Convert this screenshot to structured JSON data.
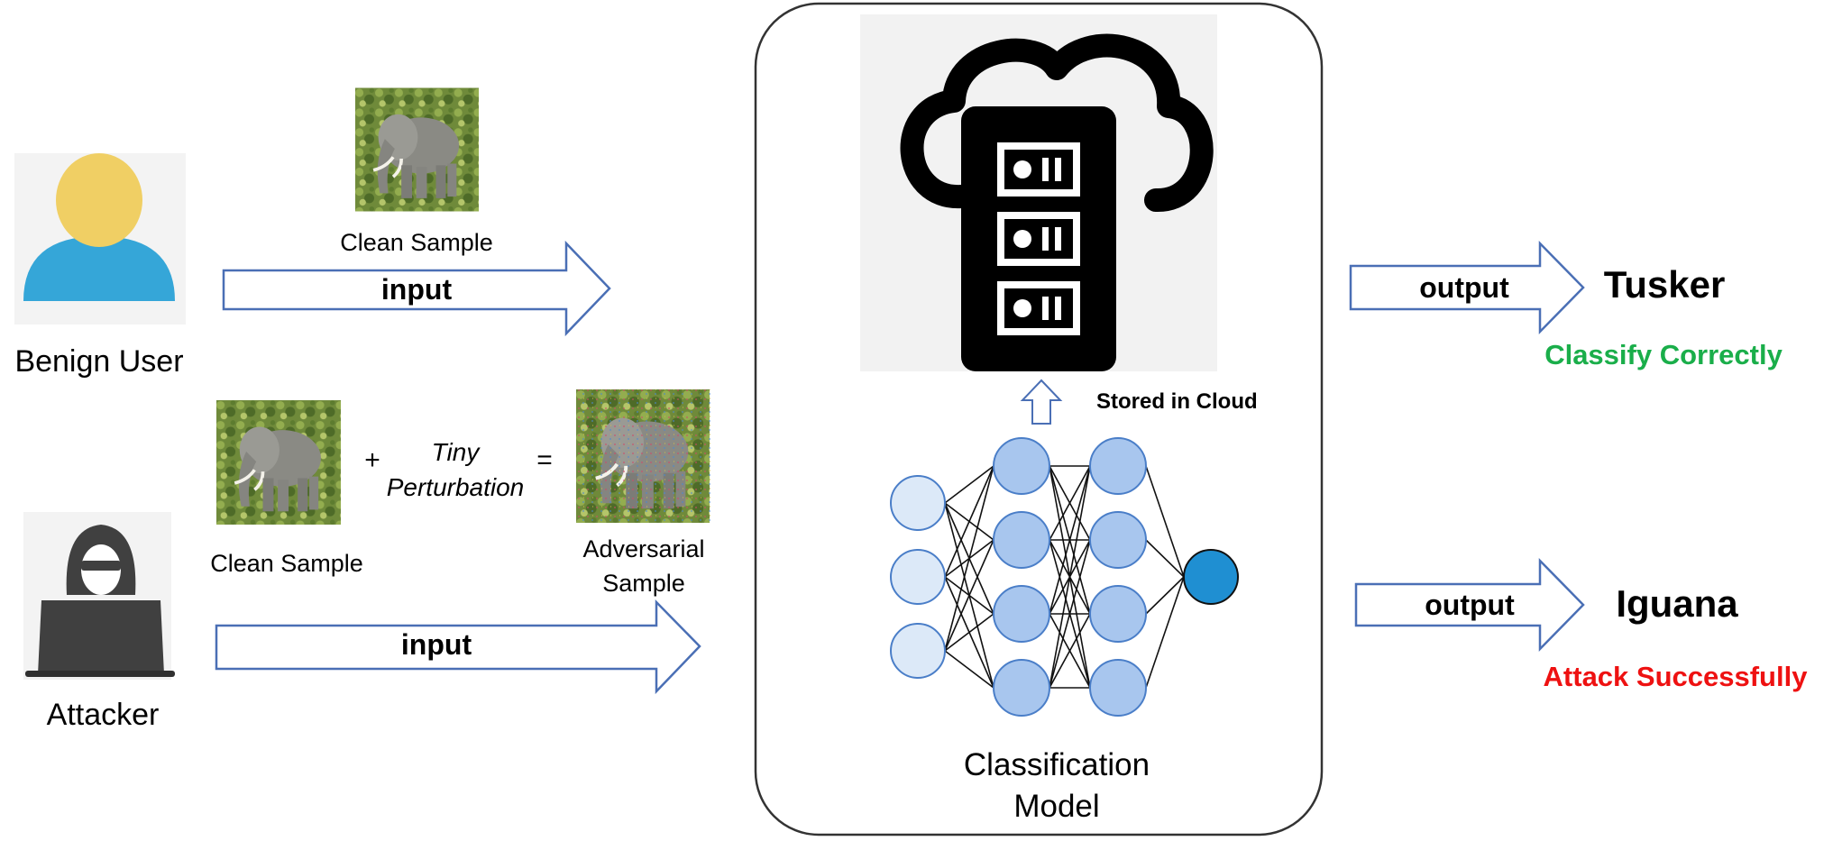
{
  "benign_user": {
    "label": "Benign User",
    "clean_sample_label": "Clean Sample",
    "arrow_label": "input"
  },
  "attacker": {
    "label": "Attacker",
    "clean_sample_label": "Clean Sample",
    "plus": "+",
    "perturbation_line1": "Tiny",
    "perturbation_line2": "Perturbation",
    "equals": "=",
    "adversarial_line1": "Adversarial",
    "adversarial_line2": "Sample",
    "arrow_label": "input"
  },
  "model": {
    "cloud_label": "Stored in Cloud",
    "title_line1": "Classification",
    "title_line2": "Model",
    "layers": [
      3,
      4,
      4,
      1
    ]
  },
  "outputs": [
    {
      "arrow_label": "output",
      "result": "Tusker",
      "status": "Classify Correctly",
      "status_color": "#1aae4a"
    },
    {
      "arrow_label": "output",
      "result": "Iguana",
      "status": "Attack Successfully",
      "status_color": "#ee1111"
    }
  ],
  "colors": {
    "arrow_stroke": "#4a6fb5",
    "neuron_input_fill": "#dce9f8",
    "neuron_hidden_fill": "#a8c6ee",
    "neuron_output_fill": "#1f8fd2",
    "neuron_stroke": "#4a7ec8",
    "user_head": "#f0cf64",
    "user_body": "#35a6d8",
    "hacker": "#404040"
  }
}
